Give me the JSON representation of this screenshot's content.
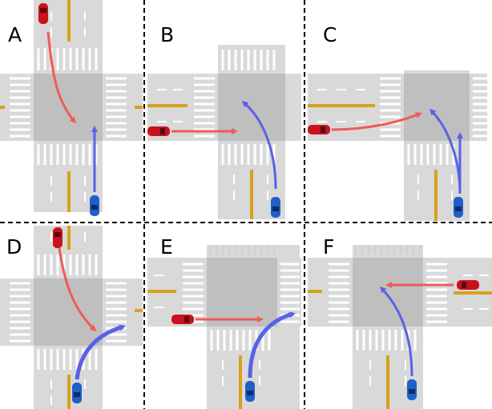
{
  "panels": [
    {
      "label": "A"
    },
    {
      "label": "B"
    },
    {
      "label": "C"
    },
    {
      "label": "D"
    },
    {
      "label": "E"
    },
    {
      "label": "F"
    }
  ],
  "colors": {
    "road": "#d9d9d9",
    "intersection": "#bfbfbf",
    "crosswalk": "#ffffff",
    "center_line": "#d9a11b",
    "lane_dash": "#ffffff",
    "red_car": "#c8121d",
    "red_path": "#ef5a5a",
    "blue_car": "#1e5fc9",
    "blue_path": "#5862e6",
    "divider": "#000000"
  }
}
